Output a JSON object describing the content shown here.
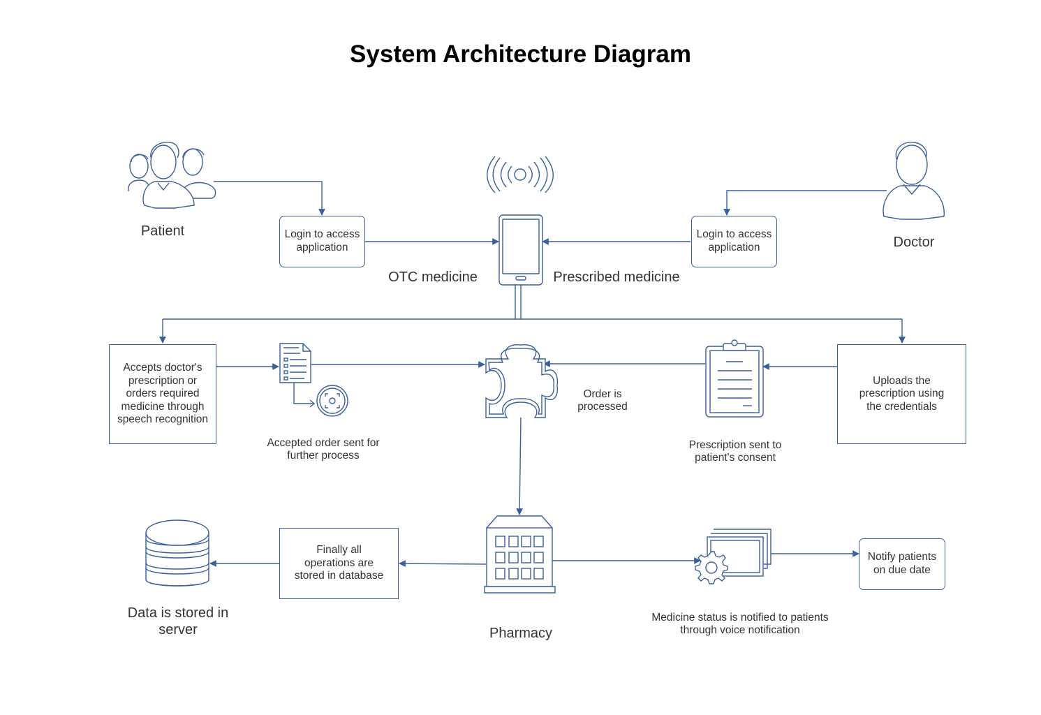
{
  "title": "System Architecture Diagram",
  "actors": {
    "patient": "Patient",
    "doctor": "Doctor"
  },
  "nodes": {
    "login_patient": "Login to access application",
    "login_doctor": "Login to access application",
    "otc": "OTC medicine",
    "prescribed": "Prescribed medicine",
    "accepts": "Accepts doctor's prescription or orders required medicine through speech recognition",
    "accepted_order": "Accepted order sent for further process",
    "order_processed": "Order is processed",
    "prescription_sent": "Prescription sent to patient's consent",
    "uploads": "Uploads the prescription using the credentials",
    "finally": "Finally all operations are stored in database",
    "data_stored": "Data is stored in server",
    "pharmacy": "Pharmacy",
    "medicine_status": "Medicine status is notified to patients through voice notification",
    "notify": "Notify patients on due date"
  },
  "icons": [
    "users-icon",
    "doctor-icon",
    "signal-icon",
    "phone-icon",
    "document-scan-icon",
    "puzzle-icon",
    "clipboard-icon",
    "database-icon",
    "building-icon",
    "gear-window-icon"
  ],
  "colors": {
    "stroke": "#3a5f9a",
    "text": "#333333",
    "title": "#000000"
  }
}
